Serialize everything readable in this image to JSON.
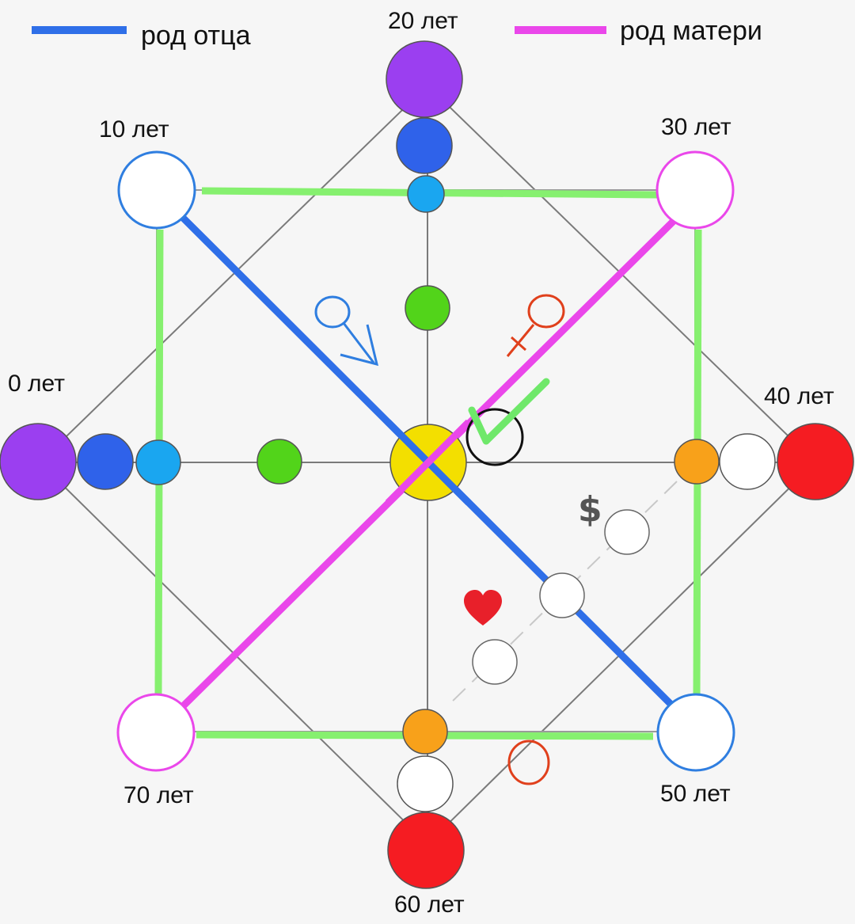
{
  "legend": {
    "father": {
      "label": "род отца",
      "color": "#2f6fe8"
    },
    "mother": {
      "label": "род матери",
      "color": "#ea47ea"
    }
  },
  "ages": {
    "a0": "0 лет",
    "a10": "10 лет",
    "a20": "20 лет",
    "a30": "30 лет",
    "a40": "40 лет",
    "a50": "50 лет",
    "a60": "60 лет",
    "a70": "70 лет"
  },
  "symbols": {
    "dollar": "$",
    "heart": "❤"
  },
  "colors": {
    "purple": "#9b3ff0",
    "blue": "#2f62ea",
    "light_blue": "#1aa6f0",
    "green": "#52d41a",
    "yellow": "#f3df00",
    "orange": "#f8a11a",
    "red": "#f51c22",
    "square": "#86f06f",
    "check": "#6fe86a",
    "annotation_red": "#e0401c",
    "annotation_blue": "#2f7ee0"
  }
}
